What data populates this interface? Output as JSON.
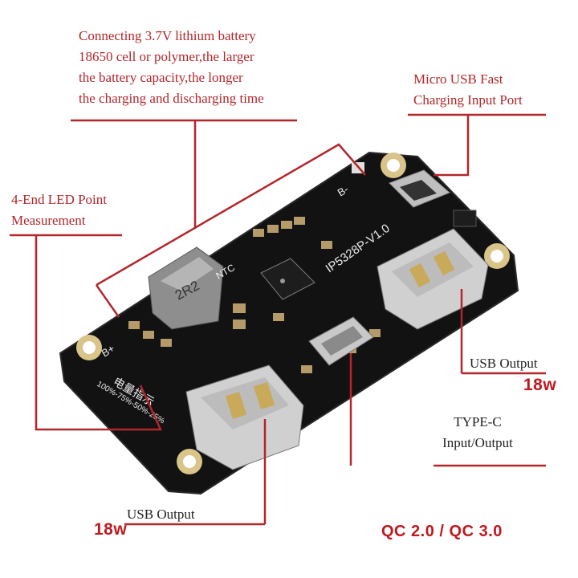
{
  "annotations": {
    "battery": "Connecting 3.7V lithium battery\n18650 cell or polymer,the larger\nthe battery capacity,the longer\nthe charging and discharging time",
    "micro_usb": "Micro USB Fast\nCharging Input Port",
    "led": "4-End LED Point\nMeasurement",
    "usb_output_right": "USB Output",
    "usb_output_right_power": "18w",
    "type_c": "TYPE-C\nInput/Output",
    "usb_output_left": "USB Output",
    "usb_output_left_power": "18w",
    "qc": "QC 2.0 / QC 3.0"
  },
  "board_markings": {
    "model": "IP5328P-V1.0",
    "inductor": "2R2",
    "ntc": "NTC",
    "b_minus": "B-",
    "b_plus": "B+",
    "led_title": "电量指示",
    "led_levels": "100%-75%-50%-25%"
  },
  "colors": {
    "accent_red": "#b3262a",
    "pcb_black": "#111111",
    "spec_red": "#c0181f"
  }
}
